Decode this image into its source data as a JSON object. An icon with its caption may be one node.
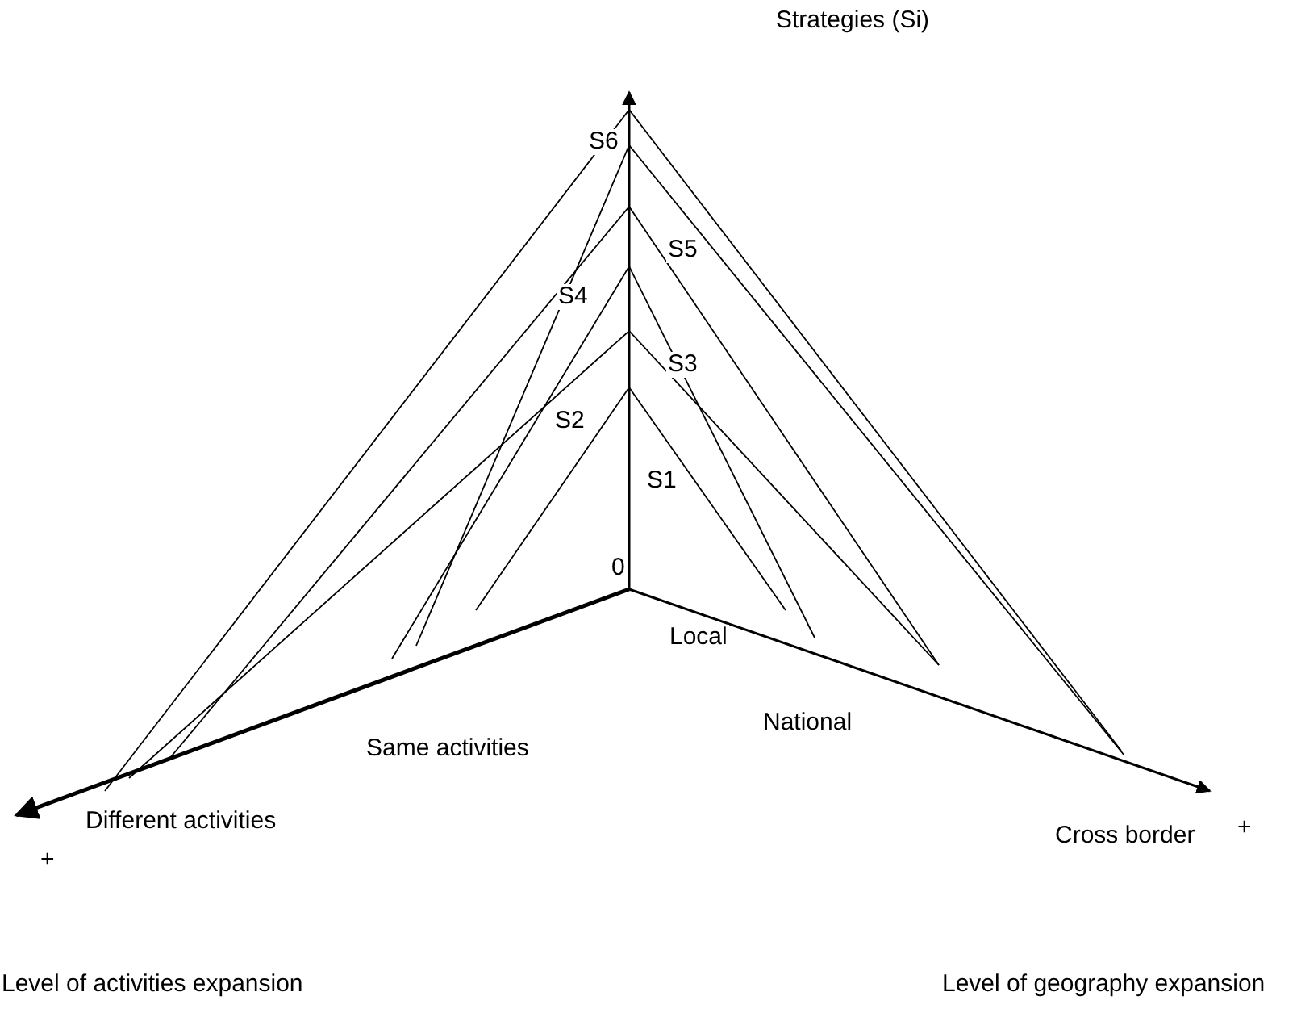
{
  "diagram": {
    "labels": [
      "Strategies (Si)",
      "S6",
      "S5",
      "S4",
      "S3",
      "S2",
      "S1",
      "0",
      "Local",
      "Same activities",
      "National",
      "Different activities",
      "Cross border",
      "+",
      "+",
      "Level of activities expansion",
      "Level of geography expansion"
    ]
  }
}
